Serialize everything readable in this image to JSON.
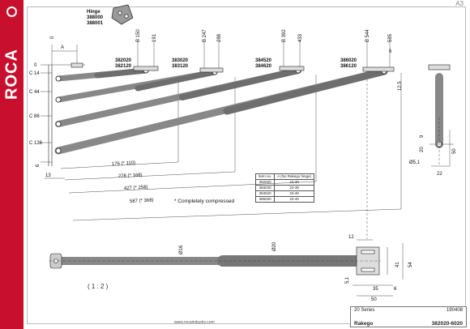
{
  "brand": {
    "name": "ROCA",
    "color": "#c8102e"
  },
  "sheet_size": "A3",
  "hinge": {
    "label": "Hinge",
    "codes": [
      "388000",
      "388001"
    ]
  },
  "models": [
    {
      "codes": [
        "382020",
        "382120"
      ],
      "b_label": "B 150",
      "top": "191"
    },
    {
      "codes": [
        "383020",
        "383120"
      ],
      "b_label": "B 247",
      "top": "288"
    },
    {
      "codes": [
        "384520",
        "384620"
      ],
      "b_label": "B 392",
      "top": "433"
    },
    {
      "codes": [
        "386020",
        "386120"
      ],
      "b_label": "B 544",
      "top": "585"
    }
  ],
  "dims": {
    "zero_v": "0",
    "zero_h": "0",
    "A": "A",
    "c_labels": [
      "C 14",
      "C 44",
      "C 86",
      "C 136"
    ],
    "six_left": "6",
    "thirteen": "13",
    "lengths": [
      "176   (* 110)",
      "278   (* 168)",
      "427   (* 258)",
      "587   (* 368)"
    ],
    "side_6": "6",
    "side_12_5": "12,5",
    "side_20": "20",
    "side_9": "9",
    "side_50": "50",
    "side_22": "22",
    "side_dia": "Ø5,1",
    "bottom_12": "12",
    "bottom_41": "41",
    "bottom_54": "54",
    "bottom_5_1": "5,1",
    "bottom_35": "35",
    "bottom_6": "6",
    "bottom_50": "50",
    "dia16": "Ø16",
    "dia20": "Ø20"
  },
  "note": "* Completely compressed",
  "table": {
    "headers": [
      "Item no.",
      "A (No Rakego hinge)"
    ],
    "rows": [
      [
        "382020",
        "23-30"
      ],
      [
        "383020",
        "23-35"
      ],
      [
        "384520",
        "23-46"
      ],
      [
        "386020",
        "23-40"
      ]
    ]
  },
  "scale": "( 1 : 2 )",
  "title_block": {
    "series": "20 Series",
    "date": "190408",
    "name": "Rakego",
    "code": "382020-6020"
  },
  "url": "www.rocaindustry.com"
}
